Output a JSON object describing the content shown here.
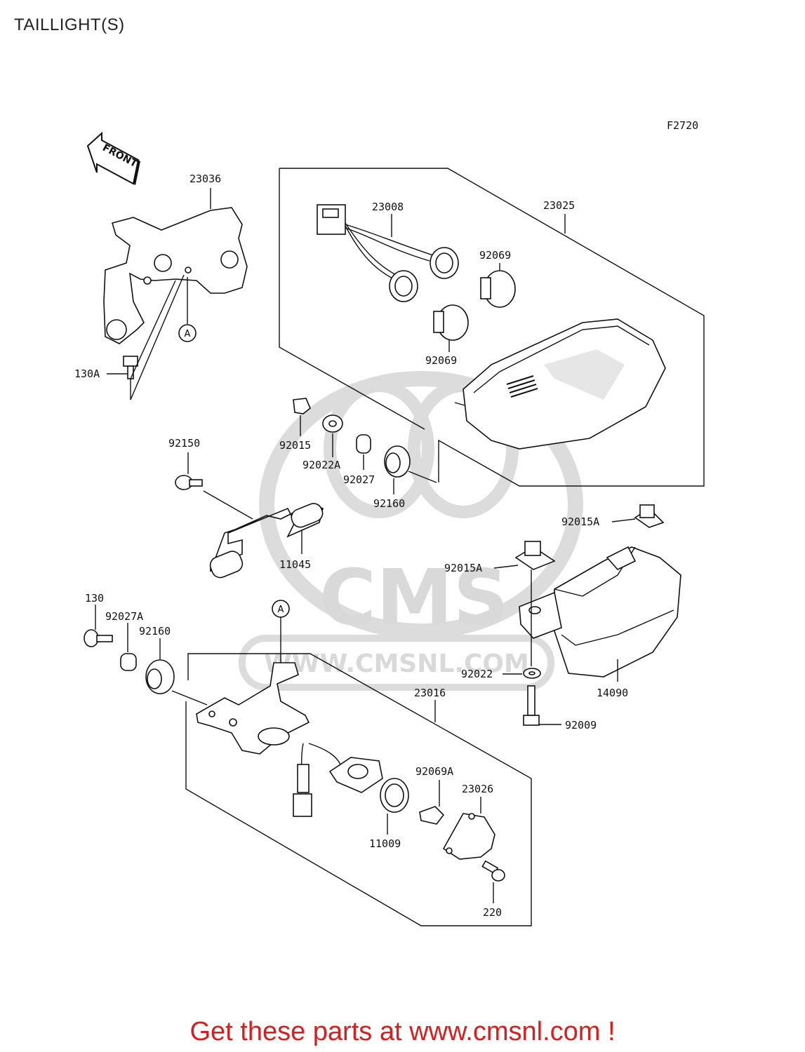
{
  "page": {
    "title": "TAILLIGHT(S)",
    "figure_code": "F2720",
    "front_badge": "FRONT",
    "ref_marker": "A",
    "watermark_logo": "CMS",
    "watermark_url": "WWW.CMSNL.COM",
    "footer_text": "Get these parts at www.cmsnl.com !"
  },
  "colors": {
    "footer": "#d42020",
    "watermark": "#d9d9d9"
  },
  "parts": [
    "23036",
    "23008",
    "23025",
    "92069",
    "92069",
    "130A",
    "92015",
    "92022A",
    "92027",
    "92160",
    "92150",
    "11045",
    "92015A",
    "92015A",
    "130",
    "92027A",
    "92160",
    "23016",
    "92022",
    "14090",
    "92009",
    "92069A",
    "23026",
    "11009",
    "220"
  ]
}
